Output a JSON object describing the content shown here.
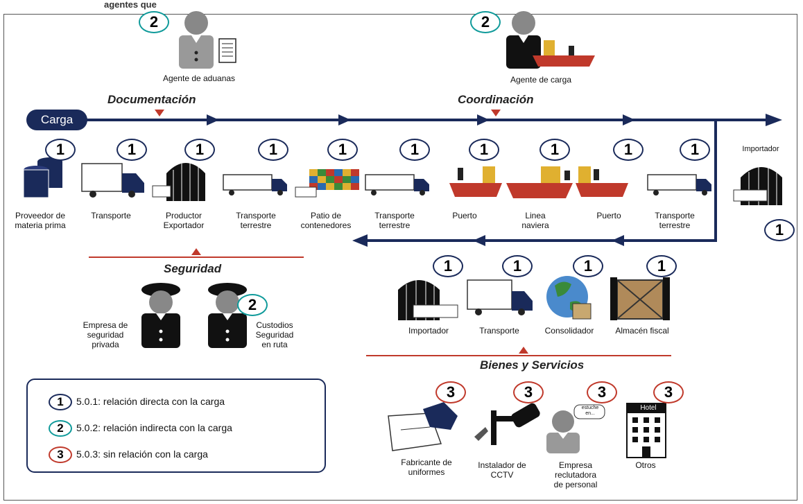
{
  "top_caption": "agentes que",
  "carga_label": "Carga",
  "sections": {
    "documentacion": "Documentación",
    "coordinacion": "Coordinación",
    "seguridad": "Seguridad",
    "bienes": "Bienes y Servicios"
  },
  "agents": [
    {
      "badge": "2",
      "label": "Agente de aduanas"
    },
    {
      "badge": "2",
      "label": "Agente de carga"
    }
  ],
  "chain": [
    {
      "badge": "1",
      "label": [
        "Proveedor de",
        "materia prima"
      ]
    },
    {
      "badge": "1",
      "label": [
        "Transporte"
      ]
    },
    {
      "badge": "1",
      "label": [
        "Productor",
        "Exportador"
      ]
    },
    {
      "badge": "1",
      "label": [
        "Transporte",
        "terrestre"
      ]
    },
    {
      "badge": "1",
      "label": [
        "Patio de",
        "contenedores"
      ]
    },
    {
      "badge": "1",
      "label": [
        "Transporte",
        "terrestre"
      ]
    },
    {
      "badge": "1",
      "label": [
        "Puerto"
      ]
    },
    {
      "badge": "1",
      "label": [
        "Linea",
        "naviera"
      ]
    },
    {
      "badge": "1",
      "label": [
        "Puerto"
      ]
    },
    {
      "badge": "1",
      "label": [
        "Transporte",
        "terrestre"
      ]
    }
  ],
  "importador_right": {
    "badge": "1",
    "label": "Importador"
  },
  "return_chain": [
    {
      "badge": "1",
      "label": "Importador"
    },
    {
      "badge": "1",
      "label": "Transporte"
    },
    {
      "badge": "1",
      "label": "Consolidador"
    },
    {
      "badge": "1",
      "label": "Almacén fiscal"
    }
  ],
  "security": [
    {
      "label": [
        "Empresa de",
        "seguridad",
        "privada"
      ]
    },
    {
      "badge": "2",
      "label": [
        "Custodios",
        "Seguridad",
        "en ruta"
      ]
    }
  ],
  "services": [
    {
      "badge": "3",
      "label": [
        "Fabricante de",
        "uniformes"
      ]
    },
    {
      "badge": "3",
      "label": [
        "Instalador de",
        "CCTV"
      ]
    },
    {
      "badge": "3",
      "label": [
        "Empresa",
        "reclutadora",
        "de personal"
      ]
    },
    {
      "badge": "3",
      "label": [
        "Otros"
      ]
    }
  ],
  "hotel_sign": "Hotel",
  "bubble_text": [
    "estuche",
    "en..."
  ],
  "legend": [
    {
      "badge": "1",
      "text": "5.0.1: relación directa con la carga"
    },
    {
      "badge": "2",
      "text": "5.0.2: relación indirecta con la carga"
    },
    {
      "badge": "3",
      "text": "5.0.3: sin relación con la carga"
    }
  ],
  "colors": {
    "navy": "#1a2a5a",
    "red": "#c0392b",
    "teal": "#0f9a9a"
  }
}
